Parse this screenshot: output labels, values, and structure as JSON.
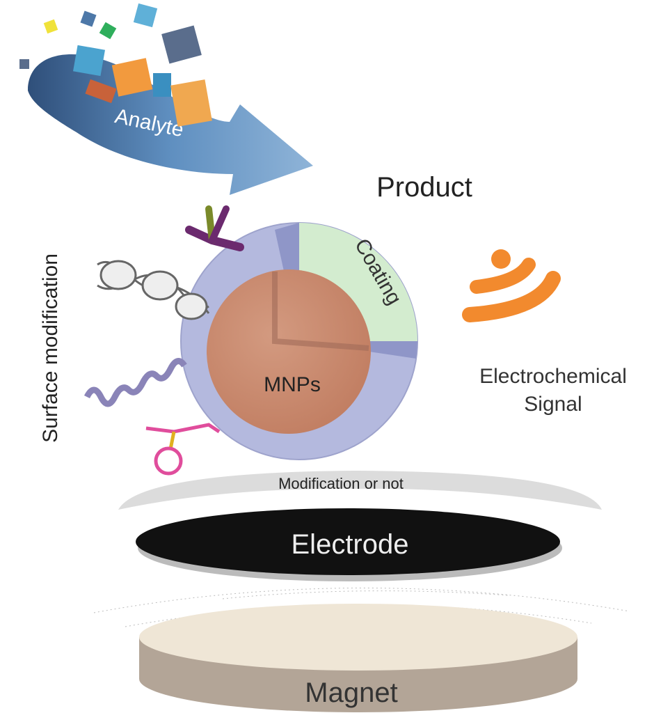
{
  "labels": {
    "analyte": "Analyte",
    "product": "Product",
    "coating": "Coating",
    "mnps": "MNPs",
    "signal_line1": "Electrochemical",
    "signal_line2": "Signal",
    "surface_modification": "Surface modification",
    "modification_or_not": "Modification or not",
    "electrode": "Electrode",
    "magnet": "Magnet"
  },
  "colors": {
    "shell": "#b4b9de",
    "core": "#c98a6e",
    "coating": "#d3eccf",
    "signal": "#f28a2e",
    "electrode": "#111111",
    "magnet_top": "#efe6d6",
    "magnet_side": "#b3a597",
    "arrow": "#4f7fb0"
  },
  "icons": [
    "cube-icon",
    "antibody-icon",
    "dna-icon",
    "peptide-icon",
    "aptamer-icon",
    "signal-wave-icon"
  ]
}
